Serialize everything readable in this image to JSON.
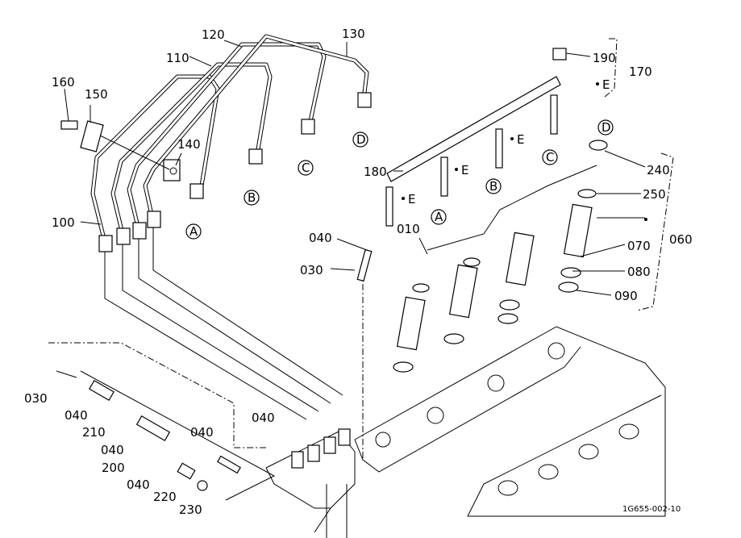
{
  "diagram": {
    "drawing_code": "1G655-002-10",
    "part_labels": {
      "p120": "120",
      "p110": "110",
      "p130": "130",
      "p160": "160",
      "p150": "150",
      "p140": "140",
      "p100": "100",
      "p190": "190",
      "p170": "170",
      "p180": "180",
      "p240": "240",
      "p250": "250",
      "p060": "060",
      "p070": "070",
      "p080": "080",
      "p090": "090",
      "p040a": "040",
      "p010": "010",
      "p030a": "030",
      "p030b": "030",
      "p040b": "040",
      "p210": "210",
      "p040c": "040",
      "p200": "200",
      "p040d": "040",
      "p220": "220",
      "p230": "230",
      "p040e": "040",
      "p040f": "040"
    },
    "connection_markers": {
      "A": "A",
      "B": "B",
      "C": "C",
      "D": "D",
      "E": "E"
    }
  }
}
